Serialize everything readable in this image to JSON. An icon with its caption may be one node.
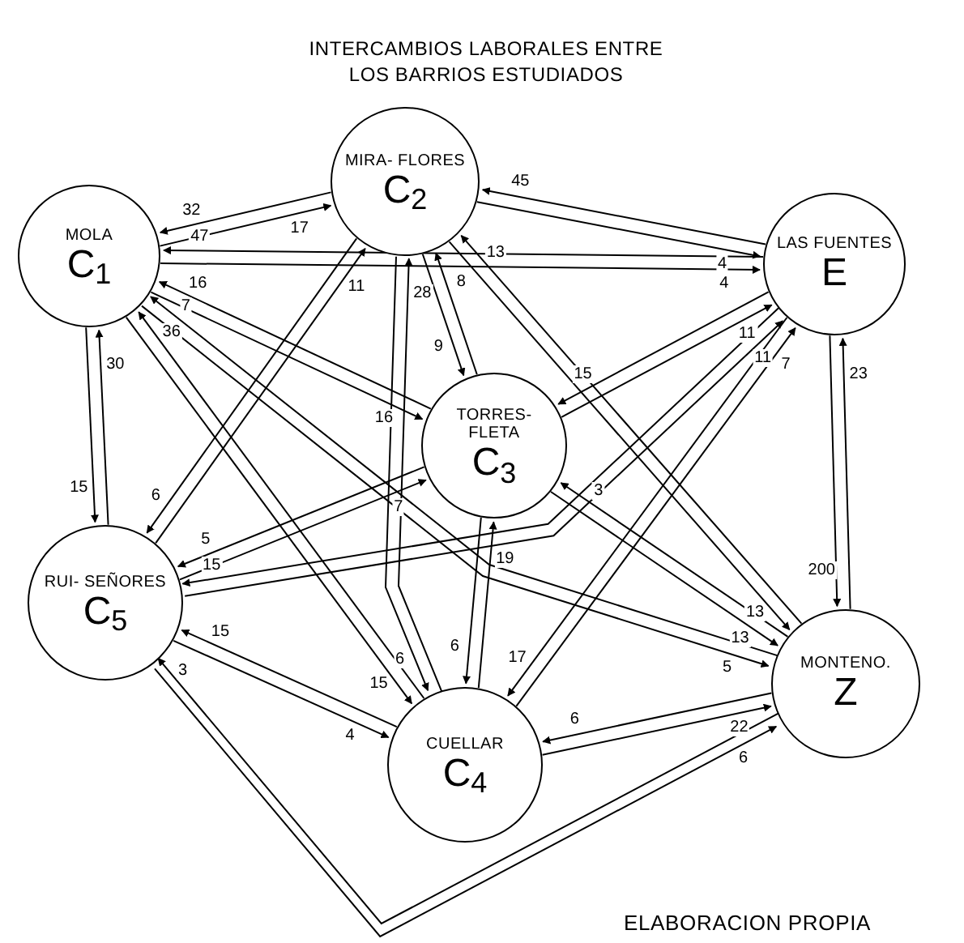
{
  "diagram": {
    "title": "INTERCAMBIOS LABORALES ENTRE LOS BARRIOS ESTUDIADOS",
    "caption": "ELABORACION PROPIA",
    "nodes": [
      {
        "text": [
          "MOLA",
          "C$_{1}$"
        ]
      },
      {
        "text": [
          "MIRA- FLORES",
          "C$_{2}$"
        ]
      },
      {
        "text": [
          "LAS FUENTES",
          "E"
        ]
      },
      {
        "text": [
          "TORRES- FLETA",
          "C$_{3}$"
        ]
      },
      {
        "text": [
          "RUI- SEÑORES",
          "C$_{5}$"
        ]
      },
      {
        "text": [
          "CUELLAR",
          "C$_{4}$"
        ]
      },
      {
        "text": [
          "MONTENO.",
          "Z"
        ]
      }
    ],
    "edges": [
      {
        "from": 0,
        "to": 1,
        "arrow": "to",
        "label": "17"
      },
      {
        "from": 1,
        "to": 0,
        "arrow": "to",
        "label": "32"
      },
      {
        "from": 2,
        "to": 1,
        "arrow": "to",
        "label": "45"
      },
      {
        "from": 1,
        "to": 2,
        "arrow": "to",
        "label": "4"
      },
      {
        "from": 2,
        "to": 0,
        "arrow": "to",
        "label": "47"
      },
      {
        "from": 0,
        "to": 2,
        "arrow": "to",
        "label": "4"
      },
      {
        "from": 3,
        "to": 0,
        "arrow": "to",
        "label": "16"
      },
      {
        "from": 0,
        "to": 3,
        "arrow": "to",
        "label": "16"
      },
      {
        "from": 4,
        "to": 0,
        "arrow": "to",
        "label": "30"
      },
      {
        "from": 0,
        "to": 4,
        "arrow": "to",
        "label": "15"
      },
      {
        "from": 5,
        "to": 0,
        "arrow": "to",
        "label": "36"
      },
      {
        "from": 0,
        "to": 5,
        "arrow": "to",
        "label": "15"
      },
      {
        "from": 6,
        "to": 0,
        "arrow": "to",
        "label": "7"
      },
      {
        "from": 0,
        "to": 6,
        "arrow": "to",
        "label": "5"
      },
      {
        "from": 4,
        "to": 1,
        "arrow": "to",
        "label": "11"
      },
      {
        "from": 1,
        "to": 4,
        "arrow": "to",
        "label": "6"
      },
      {
        "from": 5,
        "to": 1,
        "arrow": "to",
        "label": "28"
      },
      {
        "from": 1,
        "to": 5,
        "arrow": "to",
        "label": "6"
      },
      {
        "from": 3,
        "to": 1,
        "arrow": "to",
        "label": "8"
      },
      {
        "from": 1,
        "to": 3,
        "arrow": "to",
        "label": "9"
      },
      {
        "from": 6,
        "to": 1,
        "arrow": "to",
        "label": "13"
      },
      {
        "from": 1,
        "to": 6,
        "arrow": "to",
        "label": "13"
      },
      {
        "from": 3,
        "to": 2,
        "arrow": "to",
        "label": "11"
      },
      {
        "from": 2,
        "to": 3,
        "arrow": "to",
        "label": "15"
      },
      {
        "from": 4,
        "to": 2,
        "arrow": "to",
        "label": "11"
      },
      {
        "from": 2,
        "to": 4,
        "arrow": "to",
        "label": "15"
      },
      {
        "from": 5,
        "to": 2,
        "arrow": "to",
        "label": "7"
      },
      {
        "from": 2,
        "to": 5,
        "arrow": "to",
        "label": "17"
      },
      {
        "from": 6,
        "to": 2,
        "arrow": "to",
        "label": "23"
      },
      {
        "from": 2,
        "to": 6,
        "arrow": "to",
        "label": "200"
      },
      {
        "from": 4,
        "to": 3,
        "arrow": "to",
        "label": "7"
      },
      {
        "from": 3,
        "to": 4,
        "arrow": "to",
        "label": "5"
      },
      {
        "from": 6,
        "to": 3,
        "arrow": "to",
        "label": "3"
      },
      {
        "from": 3,
        "to": 6,
        "arrow": "to",
        "label": "13"
      },
      {
        "from": 5,
        "to": 3,
        "arrow": "to",
        "label": "19"
      },
      {
        "from": 3,
        "to": 5,
        "arrow": "to",
        "label": "6"
      },
      {
        "from": 5,
        "to": 4,
        "arrow": "to",
        "label": "15"
      },
      {
        "from": 4,
        "to": 5,
        "arrow": "to",
        "label": "4"
      },
      {
        "from": 6,
        "to": 4,
        "arrow": "to",
        "label": "3"
      },
      {
        "from": 4,
        "to": 6,
        "arrow": "to",
        "label": "6"
      },
      {
        "from": 6,
        "to": 5,
        "arrow": "to",
        "label": "6"
      },
      {
        "from": 5,
        "to": 6,
        "arrow": "to",
        "label": "22"
      }
    ]
  }
}
